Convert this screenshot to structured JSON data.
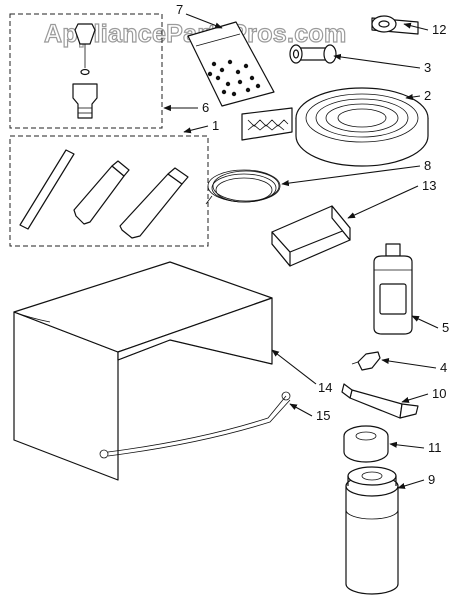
{
  "watermark": "AppliancePartsPros.com",
  "callouts": {
    "c1": "1",
    "c3": "3",
    "c2": "2",
    "c4": "4",
    "c5": "5",
    "c6": "6",
    "c7": "7",
    "c8": "8",
    "c9": "9",
    "c10": "10",
    "c11": "11",
    "c12": "12",
    "c13": "13",
    "c14": "14",
    "c15": "15"
  }
}
